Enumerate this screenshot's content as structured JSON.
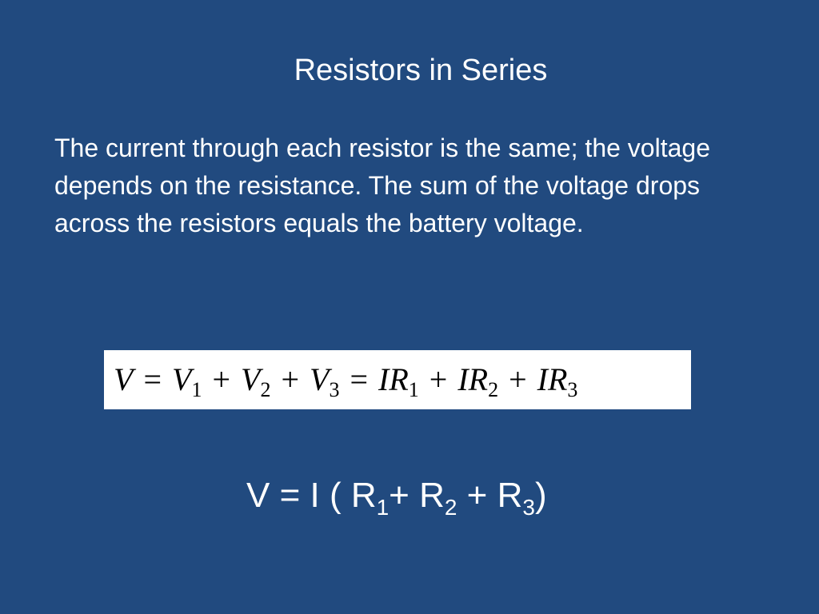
{
  "slide": {
    "title": "Resistors in Series",
    "body": "The current through each resistor is the same; the voltage depends on the resistance. The sum of the voltage drops across the resistors equals the battery voltage."
  },
  "equation_image": {
    "V": "V",
    "eq1": "=",
    "V1": "V",
    "V1_sub": "1",
    "plus1": "+",
    "V2": "V",
    "V2_sub": "2",
    "plus2": "+",
    "V3": "V",
    "V3_sub": "3",
    "eq2": "=",
    "IR1": "IR",
    "IR1_sub": "1",
    "plus3": "+",
    "IR2": "IR",
    "IR2_sub": "2",
    "plus4": "+",
    "IR3": "IR",
    "IR3_sub": "3"
  },
  "formula": {
    "lhs": "V = I ( R",
    "sub1": "1",
    "mid1": "+ R",
    "sub2": "2",
    "mid2": " + R",
    "sub3": "3",
    "end": ")"
  }
}
